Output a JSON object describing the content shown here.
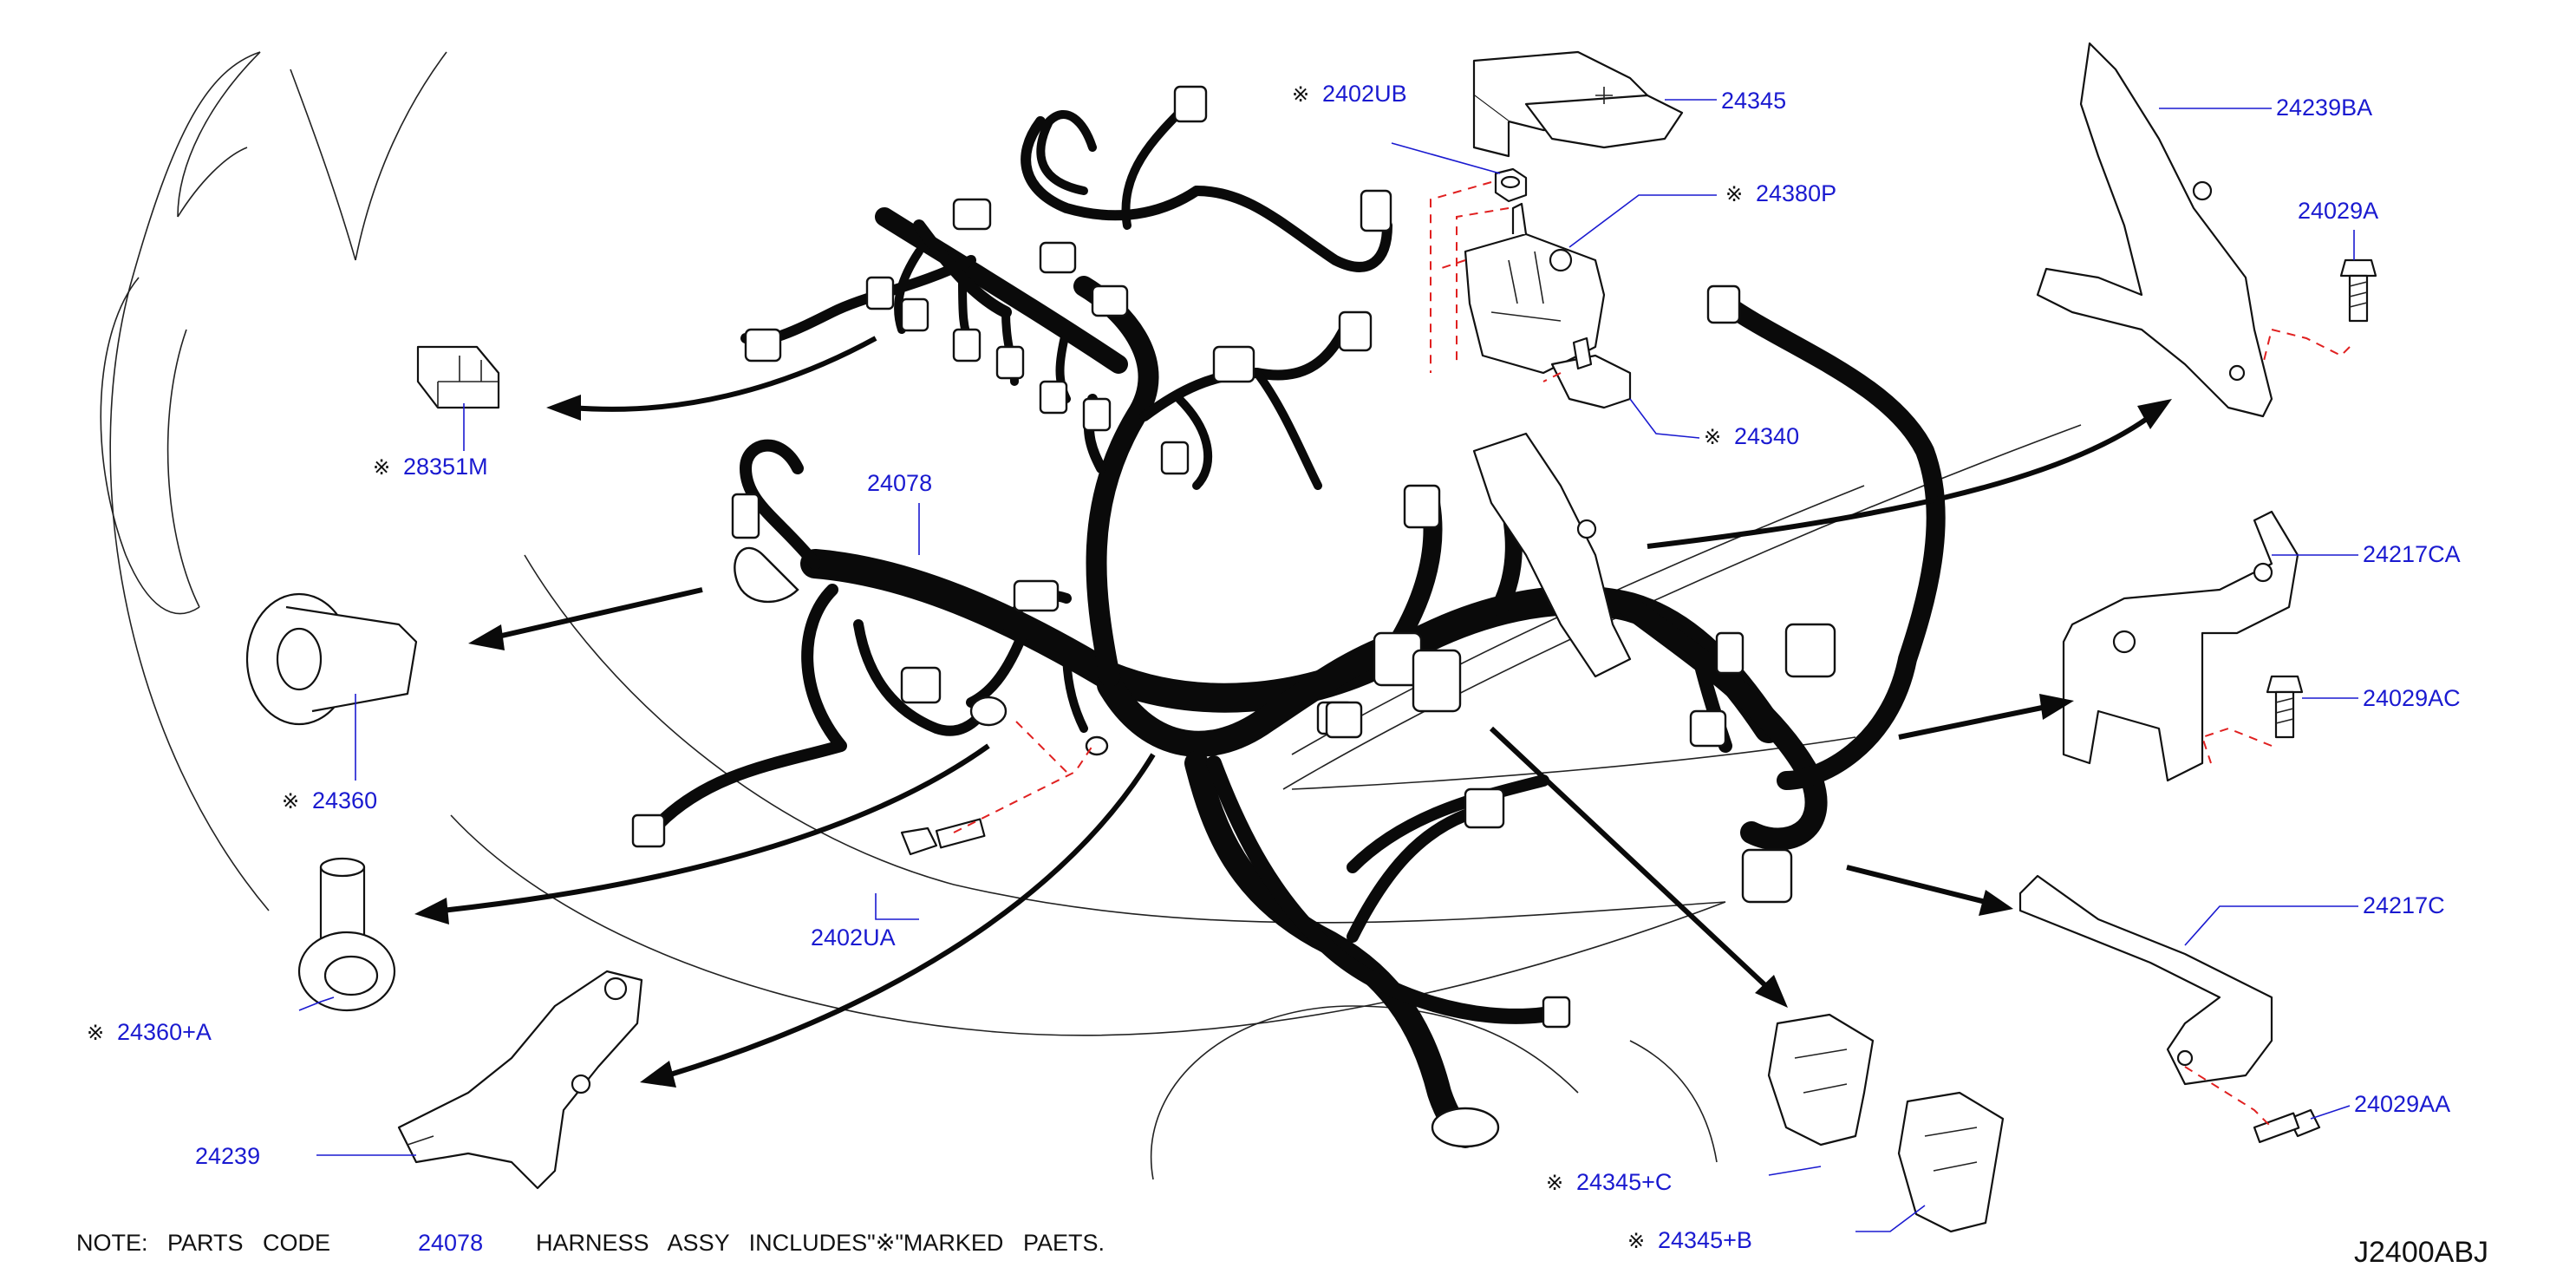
{
  "diagram_code": "J2400ABJ",
  "note": {
    "prefix": "NOTE:   PARTS   CODE",
    "code": "24078",
    "suffix": "HARNESS   ASSY   INCLUDES\"※\"MARKED   PAETS."
  },
  "marker_symbol": "※",
  "callouts": [
    {
      "id": "c-2402UB",
      "label": "2402UB",
      "marked": true
    },
    {
      "id": "c-24345",
      "label": "24345",
      "marked": false
    },
    {
      "id": "c-24380P",
      "label": "24380P",
      "marked": true
    },
    {
      "id": "c-24340",
      "label": "24340",
      "marked": true
    },
    {
      "id": "c-24239BA",
      "label": "24239BA",
      "marked": false
    },
    {
      "id": "c-24029A",
      "label": "24029A",
      "marked": false
    },
    {
      "id": "c-28351M",
      "label": "28351M",
      "marked": true
    },
    {
      "id": "c-24078",
      "label": "24078",
      "marked": false
    },
    {
      "id": "c-24217CA",
      "label": "24217CA",
      "marked": false
    },
    {
      "id": "c-24029AC",
      "label": "24029AC",
      "marked": false
    },
    {
      "id": "c-24360",
      "label": "24360",
      "marked": true
    },
    {
      "id": "c-2402UA",
      "label": "2402UA",
      "marked": false
    },
    {
      "id": "c-24217C",
      "label": "24217C",
      "marked": false
    },
    {
      "id": "c-24360A",
      "label": "24360+A",
      "marked": true
    },
    {
      "id": "c-24029AA",
      "label": "24029AA",
      "marked": false
    },
    {
      "id": "c-24239",
      "label": "24239",
      "marked": false
    },
    {
      "id": "c-24345C",
      "label": "24345+C",
      "marked": true
    },
    {
      "id": "c-24345B",
      "label": "24345+B",
      "marked": true
    }
  ]
}
